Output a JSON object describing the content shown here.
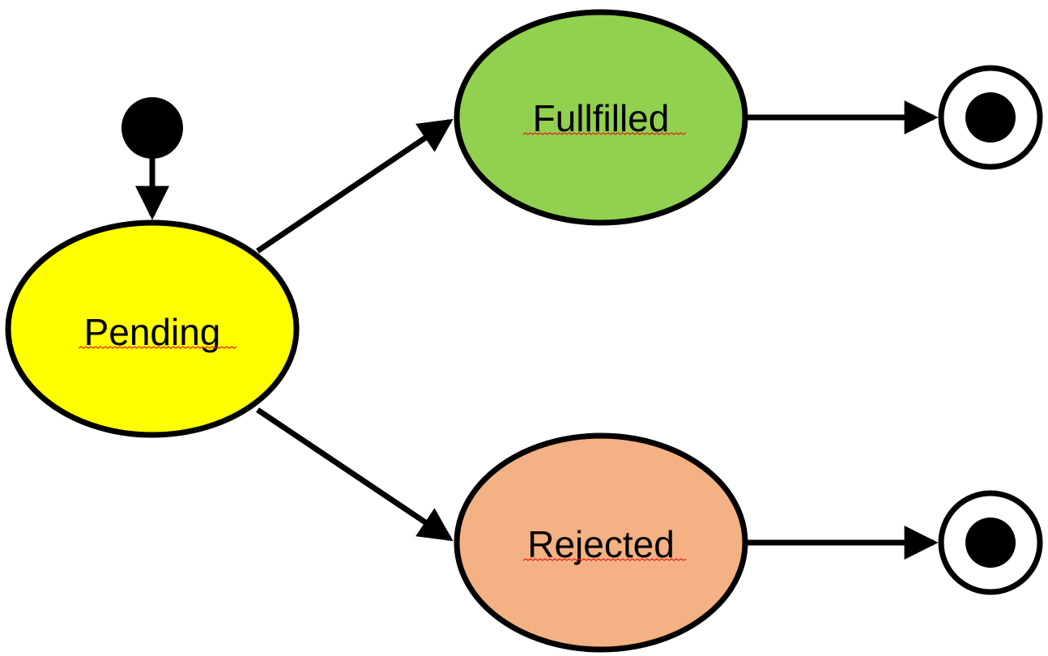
{
  "diagram": {
    "type": "state-machine",
    "states": [
      {
        "id": "pending",
        "label": "Pending",
        "fill": "#ffff00"
      },
      {
        "id": "fulfilled",
        "label": "Fullfilled",
        "fill": "#92d050"
      },
      {
        "id": "rejected",
        "label": "Rejected",
        "fill": "#f4b183"
      }
    ],
    "transitions": [
      {
        "from": "initial",
        "to": "pending"
      },
      {
        "from": "pending",
        "to": "fulfilled"
      },
      {
        "from": "pending",
        "to": "rejected"
      },
      {
        "from": "fulfilled",
        "to": "final-1"
      },
      {
        "from": "rejected",
        "to": "final-2"
      }
    ],
    "colors": {
      "outline": "#000000",
      "spellcheck_underline": "#e0201a"
    }
  }
}
